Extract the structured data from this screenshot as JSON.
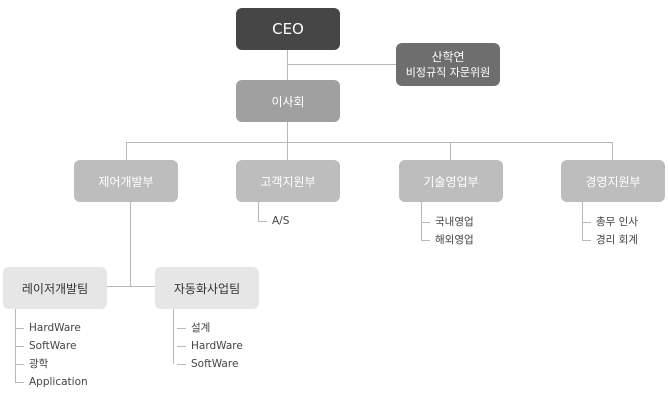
{
  "ceo": {
    "label": "CEO"
  },
  "advisory": {
    "line1": "산학연",
    "line2": "비정규직 자문위원"
  },
  "board": {
    "label": "이사회"
  },
  "departments": [
    {
      "label": "제어개발부",
      "items": []
    },
    {
      "label": "고객지원부",
      "items": [
        "A/S"
      ]
    },
    {
      "label": "기술영업부",
      "items": [
        "국내영업",
        "해외영업"
      ]
    },
    {
      "label": "경영지원부",
      "items": [
        "총무 인사",
        "경리 회계"
      ]
    }
  ],
  "teams": [
    {
      "label": "레이저개발팀",
      "items": [
        "HardWare",
        "SoftWare",
        "광학",
        "Application"
      ]
    },
    {
      "label": "자동화사업팀",
      "items": [
        "설계",
        "HardWare",
        "SoftWare"
      ]
    }
  ],
  "colors": {
    "ceo": "#464646",
    "advisory": "#6e6e6e",
    "board": "#a0a0a0",
    "department": "#bdbdbd",
    "team": "#e6e6e6",
    "line": "#b8b8b8"
  }
}
